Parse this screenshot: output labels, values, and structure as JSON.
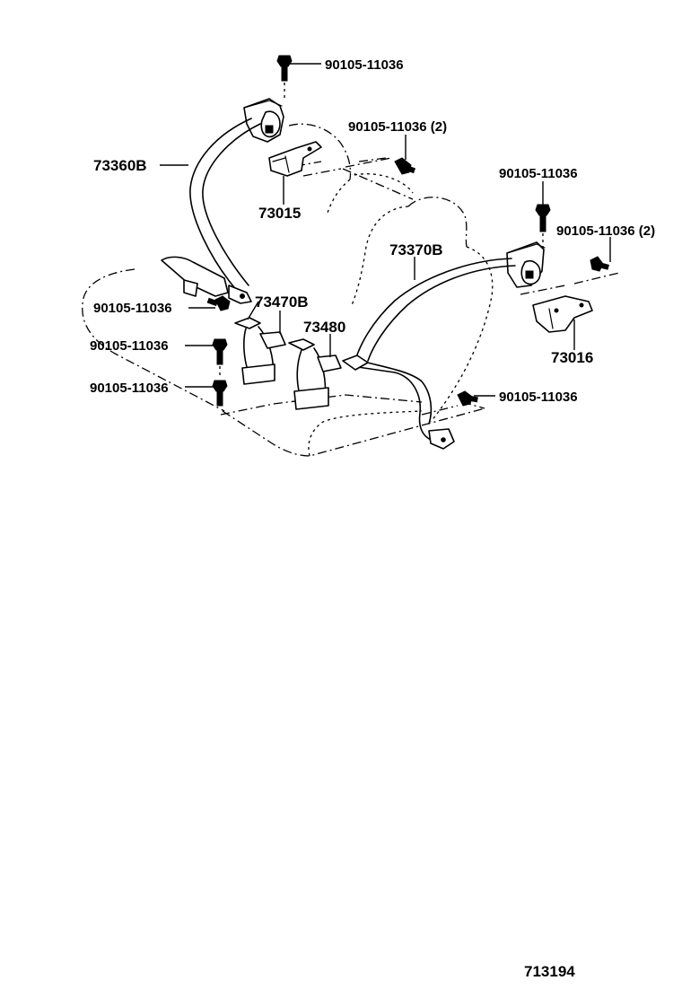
{
  "labels": {
    "bolt_top": "90105-11036",
    "belt_left": "73360B",
    "bolt_center_2": "90105-11036 (2)",
    "buckle_left_bracket": "73015",
    "bolt_right_top": "90105-11036",
    "bolt_right_2": "90105-11036 (2)",
    "belt_right": "73370B",
    "bolt_left_anchor": "90105-11036",
    "buckle_left": "73470B",
    "bolt_left_mid": "90105-11036",
    "buckle_center": "73480",
    "bracket_right": "73016",
    "bolt_left_low": "90105-11036",
    "bolt_right_low": "90105-11036"
  },
  "diagram_code": "713194"
}
